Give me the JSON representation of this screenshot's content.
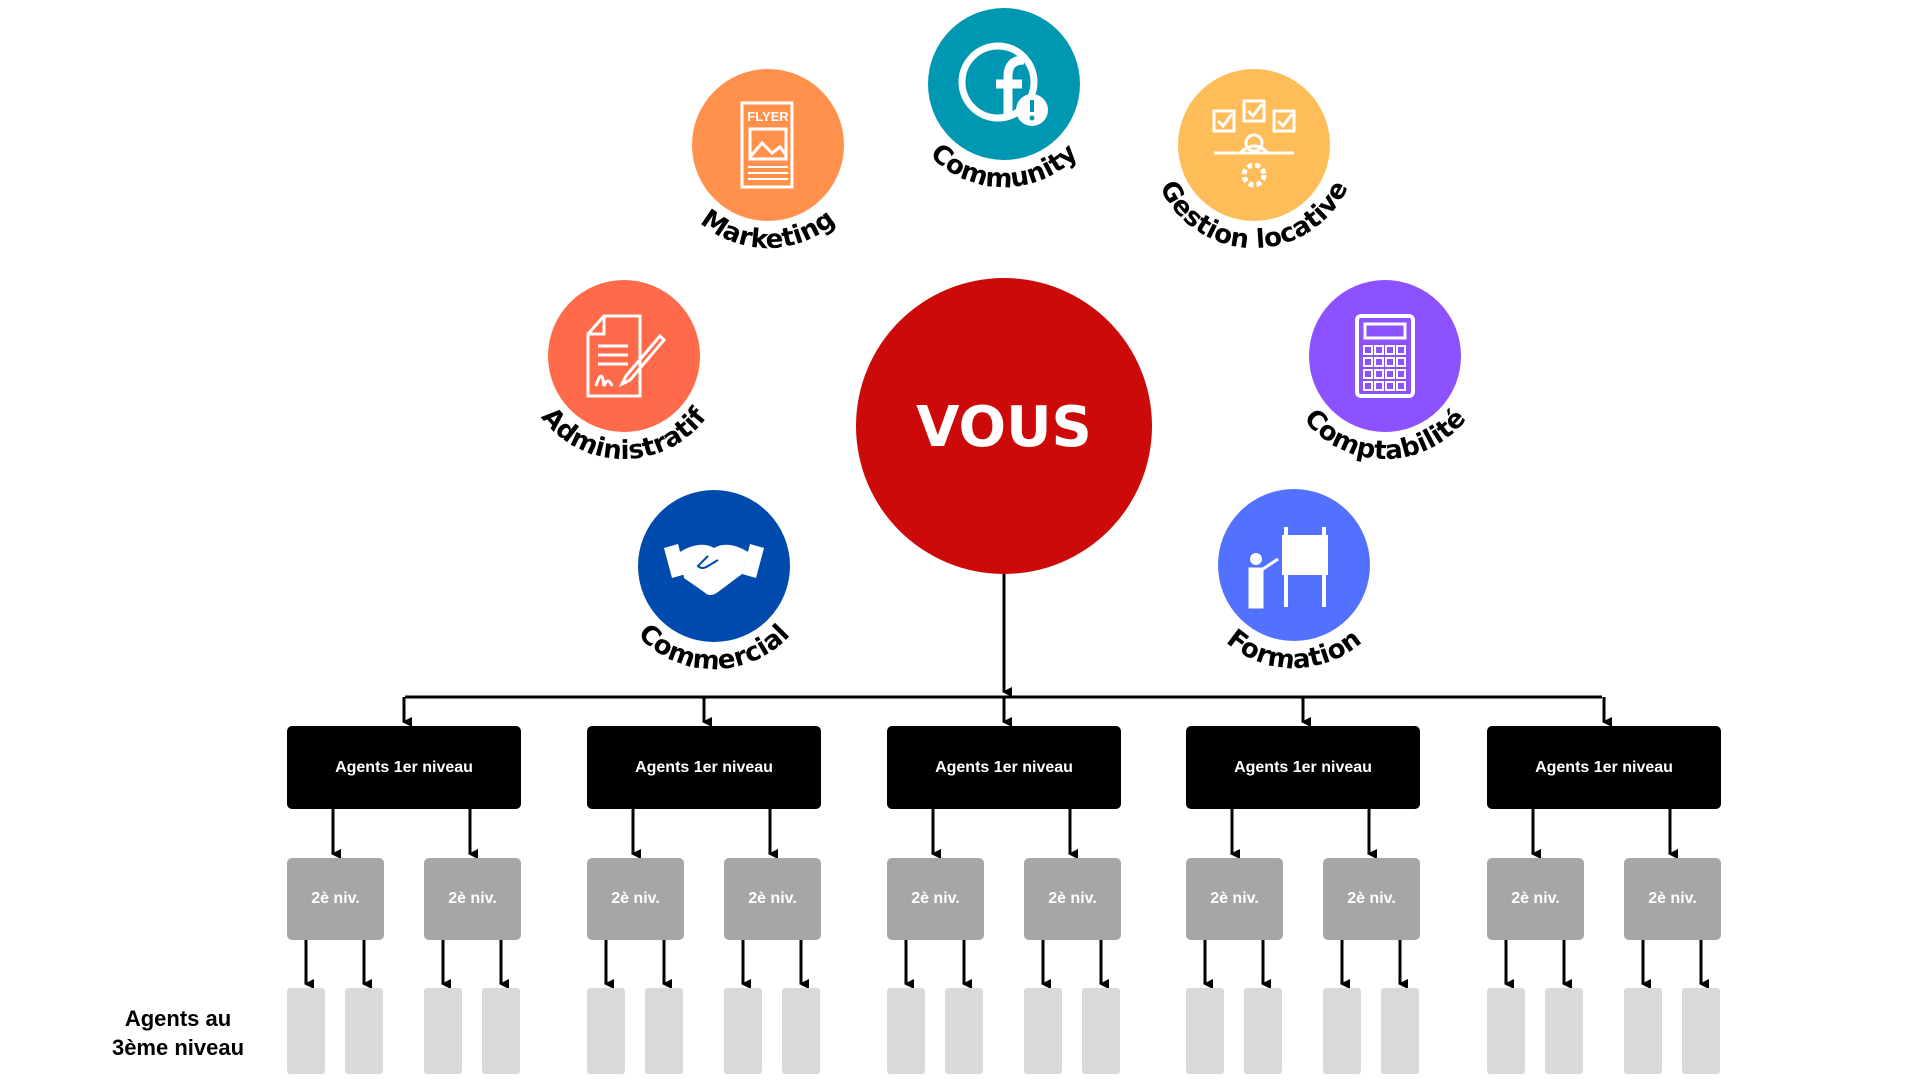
{
  "center": {
    "label": "VOUS",
    "color": "#CC0A0A"
  },
  "departments": [
    {
      "id": "marketing",
      "label": "Marketing",
      "color": "#FF914D",
      "icon": "flyer-icon",
      "icon_text": "FLYER"
    },
    {
      "id": "community",
      "label": "Community",
      "color": "#0097B2",
      "icon": "facebook-alert-icon"
    },
    {
      "id": "gestion-locative",
      "label": "Gestion locative",
      "color": "#FFBD59",
      "icon": "task-management-icon"
    },
    {
      "id": "administratif",
      "label": "Administratif",
      "color": "#FF6B4A",
      "icon": "signed-document-icon"
    },
    {
      "id": "comptabilite",
      "label": "Comptabilité",
      "color": "#8C52FF",
      "icon": "calculator-icon"
    },
    {
      "id": "commercial",
      "label": "Commercial",
      "color": "#004AAD",
      "icon": "handshake-icon"
    },
    {
      "id": "formation",
      "label": "Formation",
      "color": "#5271FF",
      "icon": "presentation-board-icon"
    }
  ],
  "tree": {
    "level1_label": "Agents 1er niveau",
    "level2_label": "2è niv.",
    "level1_count": 5,
    "level2_per_level1": 2,
    "level3_per_level2": 2,
    "level3_caption": [
      "Agents au",
      "3ème niveau"
    ]
  }
}
